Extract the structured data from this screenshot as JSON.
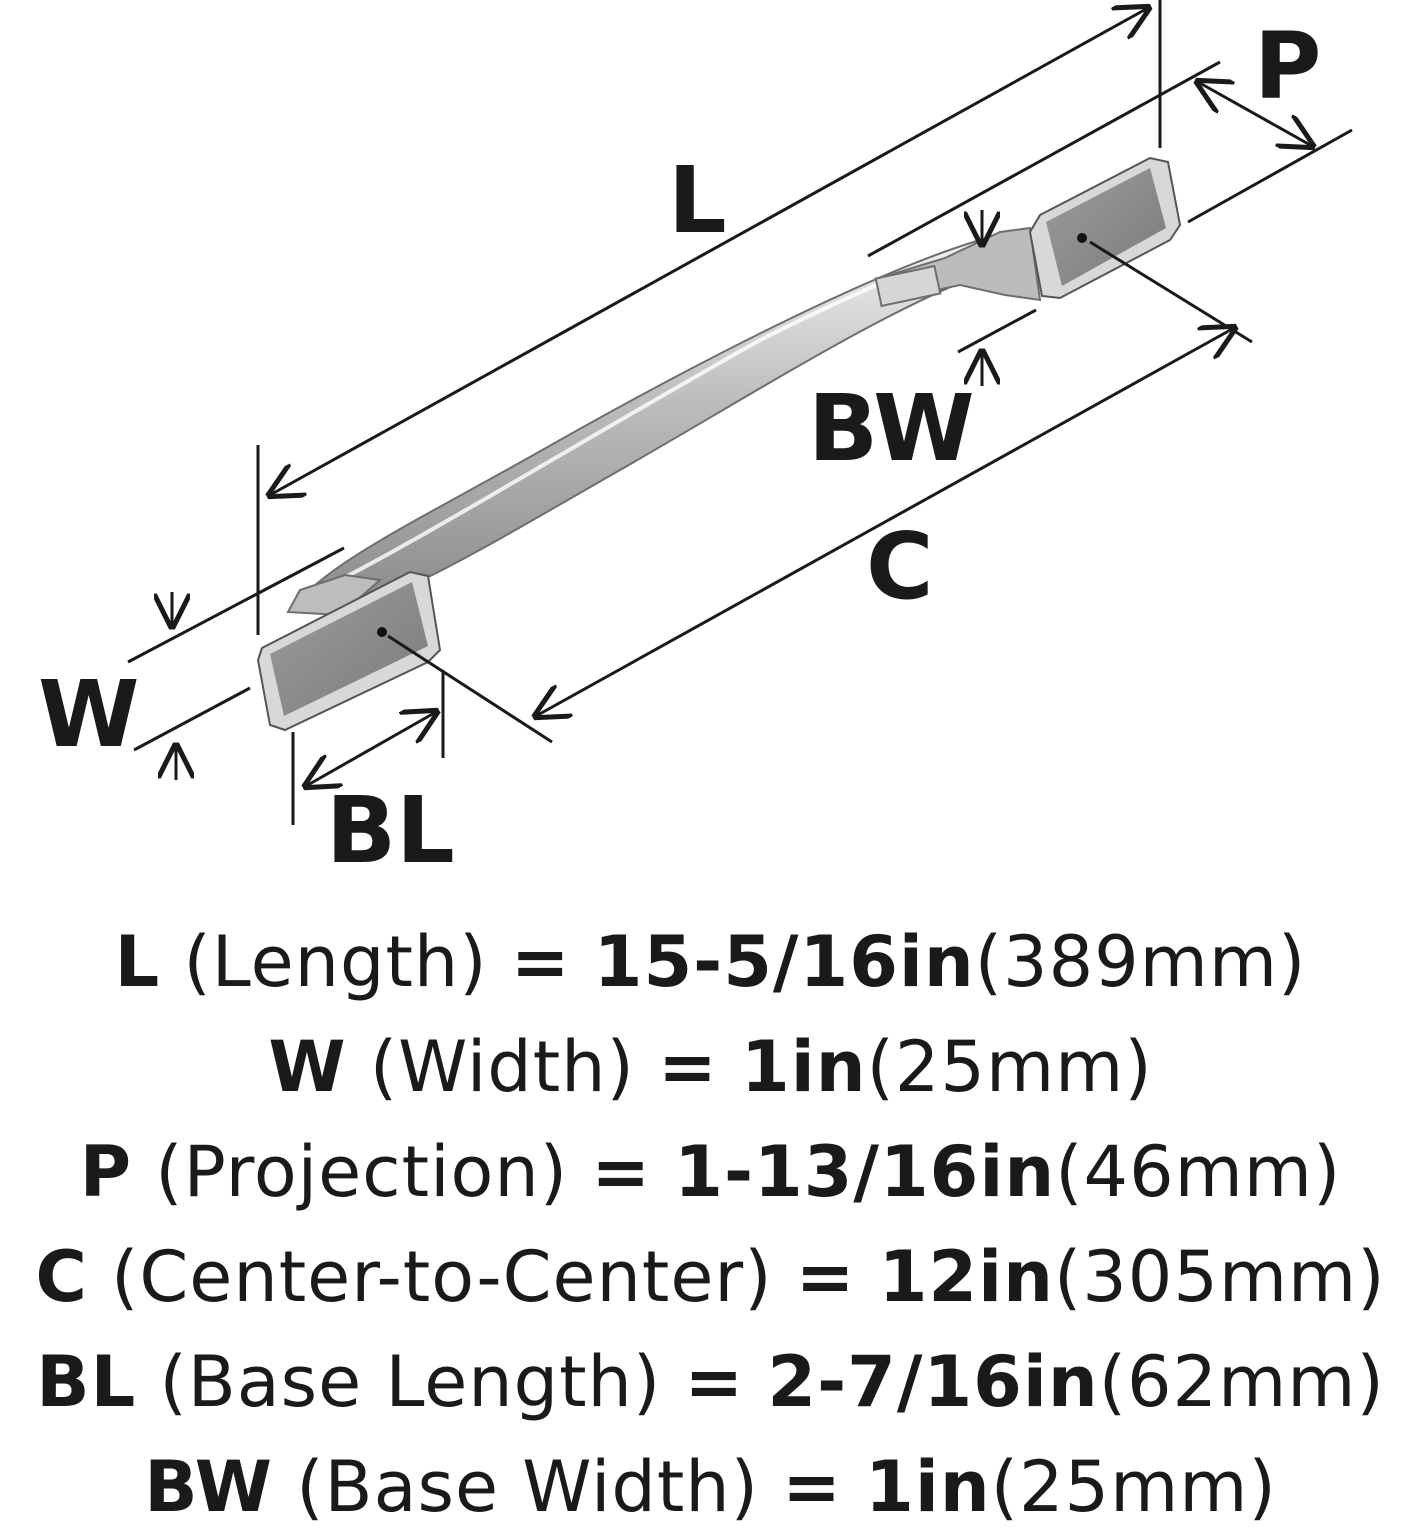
{
  "diagram": {
    "labels": {
      "L": "L",
      "P": "P",
      "BW": "BW",
      "C": "C",
      "W": "W",
      "BL": "BL"
    }
  },
  "specs": [
    {
      "abbr": "L",
      "name": "(Length)",
      "eq": "=",
      "imperial": "15-5/16in",
      "metric": "(389mm)"
    },
    {
      "abbr": "W",
      "name": "(Width)",
      "eq": "=",
      "imperial": "1in",
      "metric": "(25mm)"
    },
    {
      "abbr": "P",
      "name": "(Projection)",
      "eq": "=",
      "imperial": "1-13/16in",
      "metric": "(46mm)"
    },
    {
      "abbr": "C",
      "name": "(Center-to-Center)",
      "eq": "=",
      "imperial": "12in",
      "metric": "(305mm)"
    },
    {
      "abbr": "BL",
      "name": "(Base Length)",
      "eq": "=",
      "imperial": "2-7/16in",
      "metric": "(62mm)"
    },
    {
      "abbr": "BW",
      "name": "(Base Width)",
      "eq": "=",
      "imperial": "1in",
      "metric": "(25mm)"
    }
  ]
}
